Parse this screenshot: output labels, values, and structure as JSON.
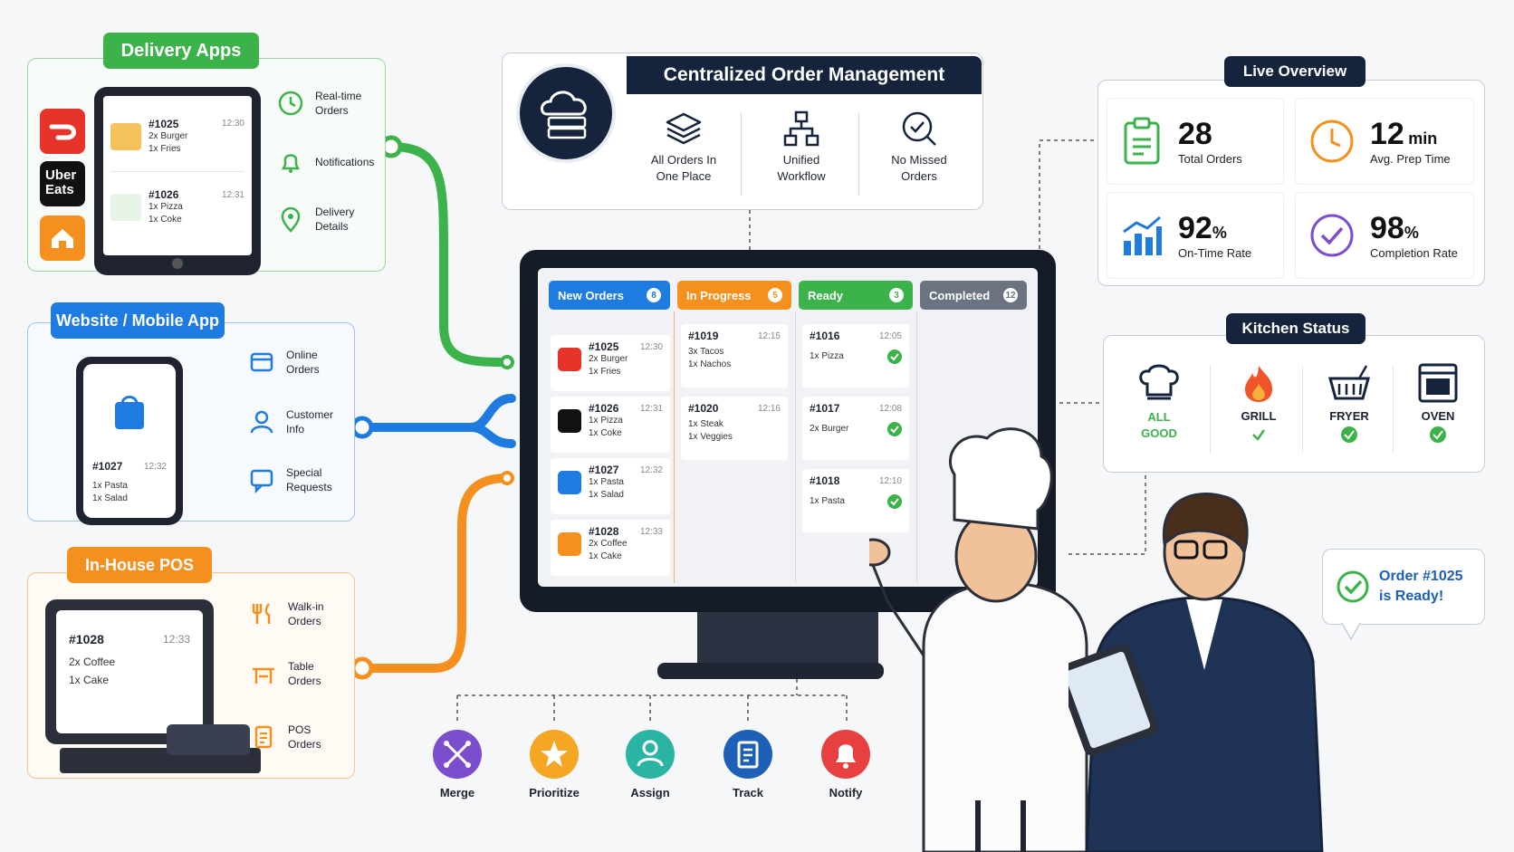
{
  "delivery": {
    "title": "Delivery Apps",
    "features": [
      "Real-time Orders",
      "Notifications",
      "Delivery Details"
    ],
    "orders": [
      {
        "id": "#1025",
        "time": "12:30",
        "items": [
          "2x Burger",
          "1x Fries"
        ]
      },
      {
        "id": "#1026",
        "time": "12:31",
        "items": [
          "1x Pizza",
          "1x Coke"
        ]
      }
    ],
    "uber_label": "Uber Eats"
  },
  "website": {
    "title": "Website / Mobile App",
    "features": [
      "Online Orders",
      "Customer Info",
      "Special Requests"
    ],
    "order": {
      "id": "#1027",
      "time": "12:32",
      "items": [
        "1x Pasta",
        "1x Salad"
      ]
    }
  },
  "pos": {
    "title": "In-House POS",
    "features": [
      "Walk-in Orders",
      "Table Orders",
      "POS Orders"
    ],
    "order": {
      "id": "#1028",
      "time": "12:33",
      "items": [
        "2x Coffee",
        "1x Cake"
      ]
    }
  },
  "central": {
    "title": "Centralized Order Management",
    "features": [
      "All Orders In One Place",
      "Unified Workflow",
      "No Missed Orders"
    ]
  },
  "board": {
    "columns": [
      {
        "name": "New Orders",
        "count": "8",
        "color": "#1e7be0"
      },
      {
        "name": "In Progress",
        "count": "5",
        "color": "#f5901e"
      },
      {
        "name": "Ready",
        "count": "3",
        "color": "#3bb34a"
      },
      {
        "name": "Completed",
        "count": "12",
        "color": "#6b7280"
      }
    ],
    "new_orders": [
      {
        "id": "#1025",
        "time": "12:30",
        "items": [
          "2x Burger",
          "1x Fries"
        ],
        "src": "doordash"
      },
      {
        "id": "#1026",
        "time": "12:31",
        "items": [
          "1x Pizza",
          "1x Coke"
        ],
        "src": "uber"
      },
      {
        "id": "#1027",
        "time": "12:32",
        "items": [
          "1x Pasta",
          "1x Salad"
        ],
        "src": "bag"
      },
      {
        "id": "#1028",
        "time": "12:33",
        "items": [
          "2x Coffee",
          "1x Cake"
        ],
        "src": "house"
      }
    ],
    "in_progress": [
      {
        "id": "#1019",
        "time": "12:15",
        "items": [
          "3x Tacos",
          "1x Nachos"
        ]
      },
      {
        "id": "#1020",
        "time": "12:16",
        "items": [
          "1x Steak",
          "1x Veggies"
        ]
      }
    ],
    "ready": [
      {
        "id": "#1016",
        "time": "12:05",
        "items": [
          "1x Pizza"
        ]
      },
      {
        "id": "#1017",
        "time": "12:08",
        "items": [
          "2x Burger"
        ]
      },
      {
        "id": "#1018",
        "time": "12:10",
        "items": [
          "1x Pasta"
        ]
      }
    ]
  },
  "live": {
    "title": "Live Overview",
    "stats": [
      {
        "num": "28",
        "unit": "",
        "label": "Total Orders",
        "color": "#3bb34a"
      },
      {
        "num": "12",
        "unit": "min",
        "label": "Avg. Prep Time",
        "color": "#f5901e"
      },
      {
        "num": "92",
        "unit": "%",
        "label": "On-Time Rate",
        "color": "#1e7be0"
      },
      {
        "num": "98",
        "unit": "%",
        "label": "Completion Rate",
        "color": "#7c4dcc"
      }
    ]
  },
  "kitchen": {
    "title": "Kitchen Status",
    "items": [
      {
        "label": "ALL GOOD",
        "color": "#3bb34a"
      },
      {
        "label": "GRILL",
        "color": "#3bb34a"
      },
      {
        "label": "FRYER",
        "color": "#3bb34a"
      },
      {
        "label": "OVEN",
        "color": "#3bb34a"
      }
    ]
  },
  "notice": {
    "text": "Order #1025 is Ready!"
  },
  "actions": [
    {
      "label": "Merge",
      "color": "#7c4dcc"
    },
    {
      "label": "Prioritize",
      "color": "#f5a623"
    },
    {
      "label": "Assign",
      "color": "#2bb3a3"
    },
    {
      "label": "Track",
      "color": "#1e5fb8"
    },
    {
      "label": "Notify",
      "color": "#e84040"
    }
  ]
}
